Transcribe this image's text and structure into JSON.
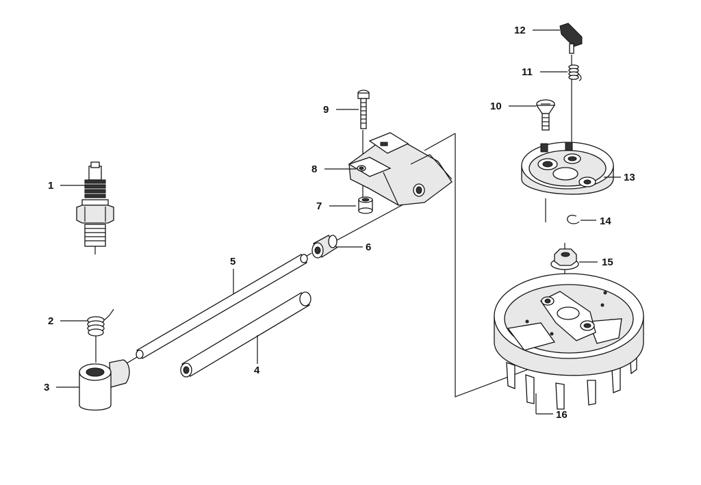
{
  "diagram": {
    "labels": [
      {
        "id": "1",
        "text": "1"
      },
      {
        "id": "2",
        "text": "2"
      },
      {
        "id": "3",
        "text": "3"
      },
      {
        "id": "4",
        "text": "4"
      },
      {
        "id": "5",
        "text": "5"
      },
      {
        "id": "6",
        "text": "6"
      },
      {
        "id": "7",
        "text": "7"
      },
      {
        "id": "8",
        "text": "8"
      },
      {
        "id": "9",
        "text": "9"
      },
      {
        "id": "10",
        "text": "10"
      },
      {
        "id": "11",
        "text": "11"
      },
      {
        "id": "12",
        "text": "12"
      },
      {
        "id": "13",
        "text": "13"
      },
      {
        "id": "14",
        "text": "14"
      },
      {
        "id": "15",
        "text": "15"
      },
      {
        "id": "16",
        "text": "16"
      }
    ]
  }
}
